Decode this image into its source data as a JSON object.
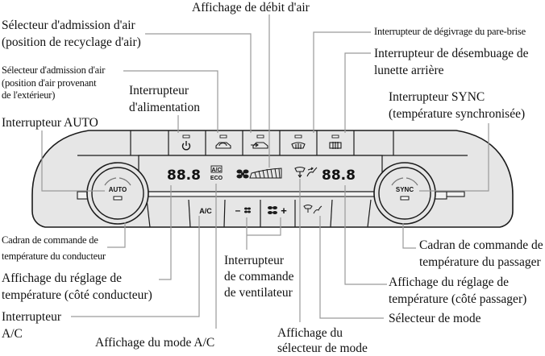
{
  "title_labels": {
    "airflow_display": "Affichage de débit d'air",
    "recirc_selector_line1": "Sélecteur d'admission d'air",
    "recirc_selector_line2": "(position de recyclage d'air)",
    "fresh_selector_line1": "Sélecteur d'admission d'air",
    "fresh_selector_line2": "(position d'air provenant",
    "fresh_selector_line3": "de l'extérieur)",
    "power_switch_line1": "Interrupteur",
    "power_switch_line2": "d'alimentation",
    "auto_switch": "Interrupteur AUTO",
    "windshield_defrost": "Interrupteur de dégivrage du pare-brise",
    "rear_defog_line1": "Interrupteur de désembuage de",
    "rear_defog_line2": "lunette arrière",
    "sync_switch_line1": "Interrupteur SYNC",
    "sync_switch_line2": "(température synchronisée)",
    "driver_dial_line1": "Cadran de commande de",
    "driver_dial_line2": "température du conducteur",
    "driver_temp_display_line1": "Affichage du réglage de",
    "driver_temp_display_line2": "température (côté conducteur)",
    "ac_switch_line1": "Interrupteur",
    "ac_switch_line2": "A/C",
    "ac_mode_display": "Affichage du mode A/C",
    "fan_switch_line1": "Interrupteur",
    "fan_switch_line2": "de commande",
    "fan_switch_line3": "de ventilateur",
    "mode_display_line1": "Affichage du",
    "mode_display_line2": "sélecteur de mode",
    "passenger_dial_line1": "Cadran de commande de",
    "passenger_dial_line2": "température du passager",
    "passenger_temp_display_line1": "Affichage du réglage de",
    "passenger_temp_display_line2": "température (côté passager)",
    "mode_selector": "Sélecteur de mode"
  },
  "panel": {
    "auto_knob_label": "AUTO",
    "sync_knob_label": "SYNC",
    "driver_temp_value": "88.8",
    "passenger_temp_value": "88.8",
    "ac_indicator": "A/C",
    "eco_indicator": "ECO",
    "ac_button_label": "A/C",
    "fan_minus": "–",
    "fan_plus": "+",
    "icons": [
      "power-icon",
      "recirculation-icon",
      "fresh-air-icon",
      "windshield-defrost-icon",
      "rear-defog-icon",
      "fan-icon",
      "mode-icon"
    ]
  },
  "colors": {
    "panel_fill": "#e6e6e6",
    "outline": "#1a1a1a",
    "leader_line": "#9a9a9a"
  }
}
